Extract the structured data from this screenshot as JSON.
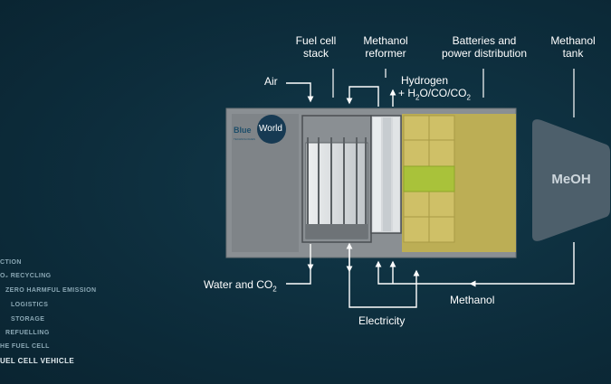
{
  "labels": {
    "fuel_cell_stack_1": "Fuel cell",
    "fuel_cell_stack_2": "stack",
    "methanol_reformer_1": "Methanol",
    "methanol_reformer_2": "reformer",
    "batteries_1": "Batteries and",
    "batteries_2": "power distribution",
    "methanol_tank_1": "Methanol",
    "methanol_tank_2": "tank",
    "air": "Air",
    "hydrogen_1": "Hydrogen",
    "hydrogen_2_prefix": "+ H",
    "hydrogen_2_sub1": "2",
    "hydrogen_2_mid": "O/CO/CO",
    "hydrogen_2_sub2": "2",
    "water_co2_prefix": "Water and CO",
    "water_co2_sub": "2",
    "methanol_flow": "Methanol",
    "electricity": "Electricity",
    "tank_text": "MeOH"
  },
  "logo": {
    "left": "Blue",
    "right": "World",
    "tagline": "TECHNOLOGIES"
  },
  "side_menu": [
    "CTION",
    "O₂ RECYCLING",
    "ZERO HARMFUL EMISSION",
    "LOGISTICS",
    "STORAGE",
    "REFUELLING",
    "HE FUEL CELL",
    "UEL CELL VEHICLE"
  ],
  "colors": {
    "background": "#0d2d3c",
    "housing": "#8a8f93",
    "battery": "#cfc067",
    "battery_dark": "#bcae55",
    "battery_highlight": "#a9c23a",
    "tank": "#4d5f6b",
    "stack": "#d6d9dc",
    "line": "#ffffff"
  }
}
